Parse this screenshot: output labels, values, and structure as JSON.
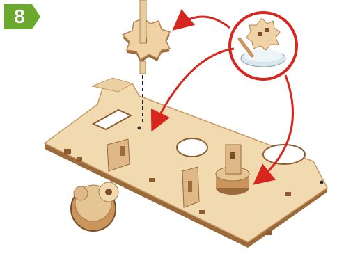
{
  "step": {
    "number": "8"
  },
  "colors": {
    "badge_green": "#6aa92e",
    "arrow_red": "#d7261e",
    "wood_light": "#f1d9b0",
    "wood_mid": "#deb987",
    "wood_dark": "#9a6a3a"
  },
  "parts": {
    "gear": "small-gear",
    "axle": "wooden-axle",
    "base": "wooden-frame-base",
    "glue": "glue-dish"
  }
}
